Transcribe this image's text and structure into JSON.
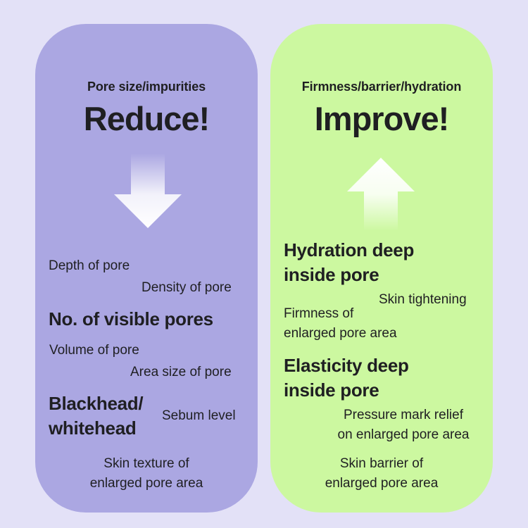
{
  "left": {
    "subtitle": "Pore size/impurities",
    "heading": "Reduce!",
    "arrow_icon": "arrow-down-icon",
    "items": {
      "depth": "Depth of pore",
      "density": "Density of pore",
      "visible_pores": "No. of visible pores",
      "volume": "Volume of pore",
      "area_size": "Area size of pore",
      "blackhead_1": "Blackhead/",
      "blackhead_2": "whitehead",
      "sebum": "Sebum level",
      "texture_1": "Skin texture of",
      "texture_2": "enlarged pore area"
    },
    "color": "#aba7e2"
  },
  "right": {
    "subtitle": "Firmness/barrier/hydration",
    "heading": "Improve!",
    "arrow_icon": "arrow-up-icon",
    "items": {
      "hydration_1": "Hydration deep",
      "hydration_2": "inside pore",
      "tightening": "Skin tightening",
      "firmness_1": "Firmness of",
      "firmness_2": "enlarged pore area",
      "elasticity_1": "Elasticity deep",
      "elasticity_2": "inside pore",
      "pressure_1": "Pressure mark relief",
      "pressure_2": "on enlarged pore area",
      "barrier_1": "Skin barrier of",
      "barrier_2": "enlarged pore area"
    },
    "color": "#ccf8a0"
  },
  "background_color": "#e3e1f7"
}
